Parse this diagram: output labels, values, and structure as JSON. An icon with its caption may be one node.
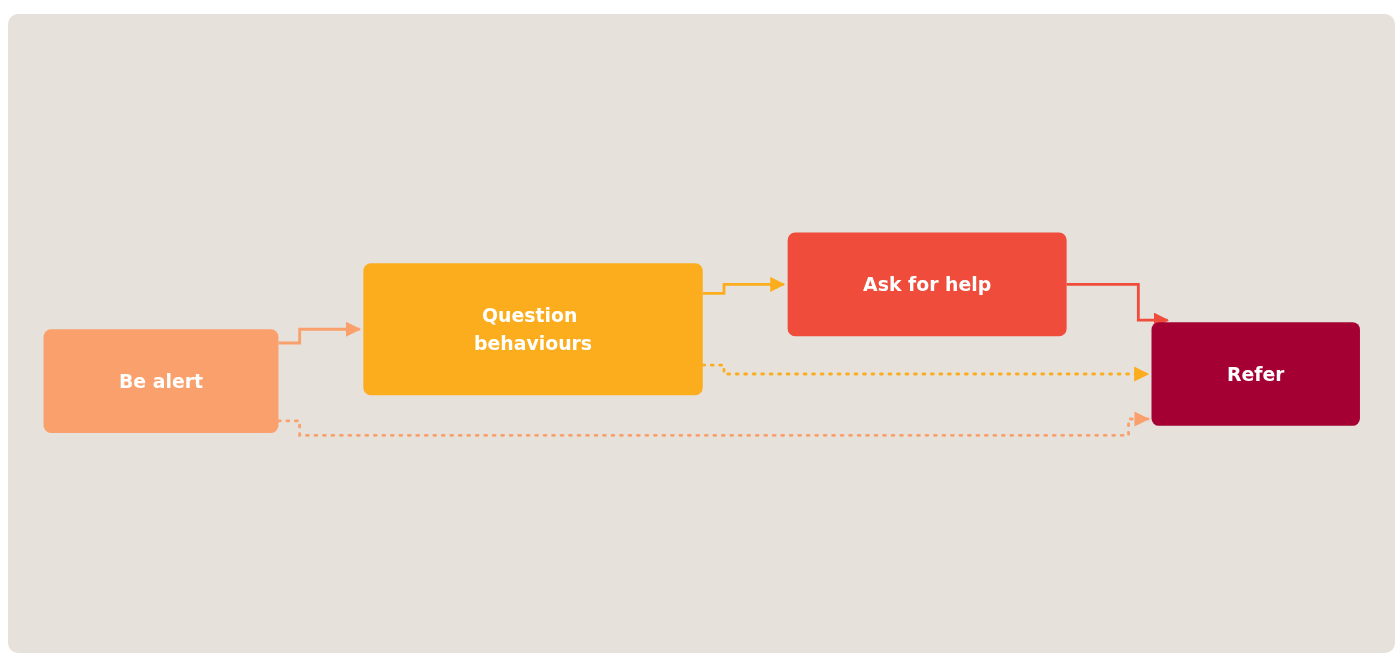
{
  "diagram": {
    "nodes": [
      {
        "text": [
          "Be alert"
        ]
      },
      {
        "text": [
          "Question behaviours"
        ]
      },
      {
        "text": [
          "Ask for help"
        ]
      },
      {
        "text": [
          "Refer"
        ]
      }
    ],
    "edges": [
      {
        "from": 0,
        "to": 1,
        "arrow": "to",
        "color": "#f9a06c"
      },
      {
        "from": 1,
        "to": 2,
        "arrow": "to",
        "color": "#fbad1e"
      },
      {
        "from": 2,
        "to": 3,
        "arrow": "to",
        "color": "#ef4c3c"
      },
      {
        "from": 1,
        "to": 3,
        "arrow": "to",
        "style": "dashed",
        "color": "#fbad1e"
      },
      {
        "from": 0,
        "to": 3,
        "arrow": "to",
        "style": "dashed",
        "color": "#f9a06c"
      }
    ]
  }
}
